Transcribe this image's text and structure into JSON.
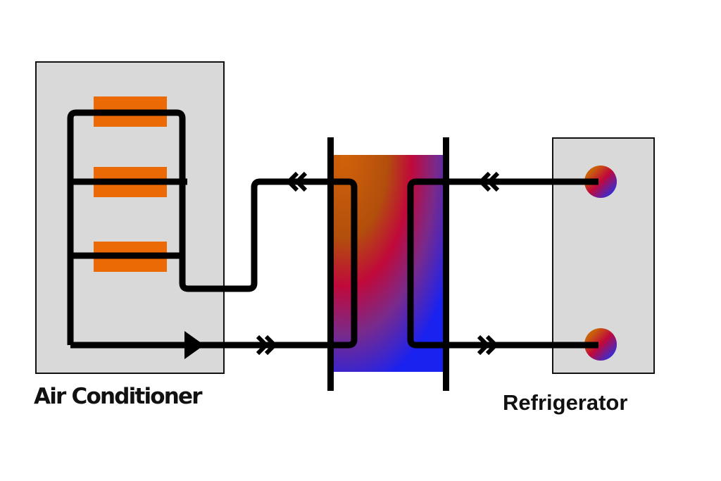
{
  "labels": {
    "air_conditioner": "Air Conditioner",
    "refrigerator": "Refrigerator"
  },
  "colors": {
    "unit_fill": "#d9d9d9",
    "coil": "#ec6a06",
    "pipe": "#000000",
    "hot": "#d2620a",
    "warm": "#c0093a",
    "cold": "#1a22f0"
  },
  "components": [
    "air-conditioner-unit",
    "heat-exchanger",
    "refrigerator-unit"
  ]
}
